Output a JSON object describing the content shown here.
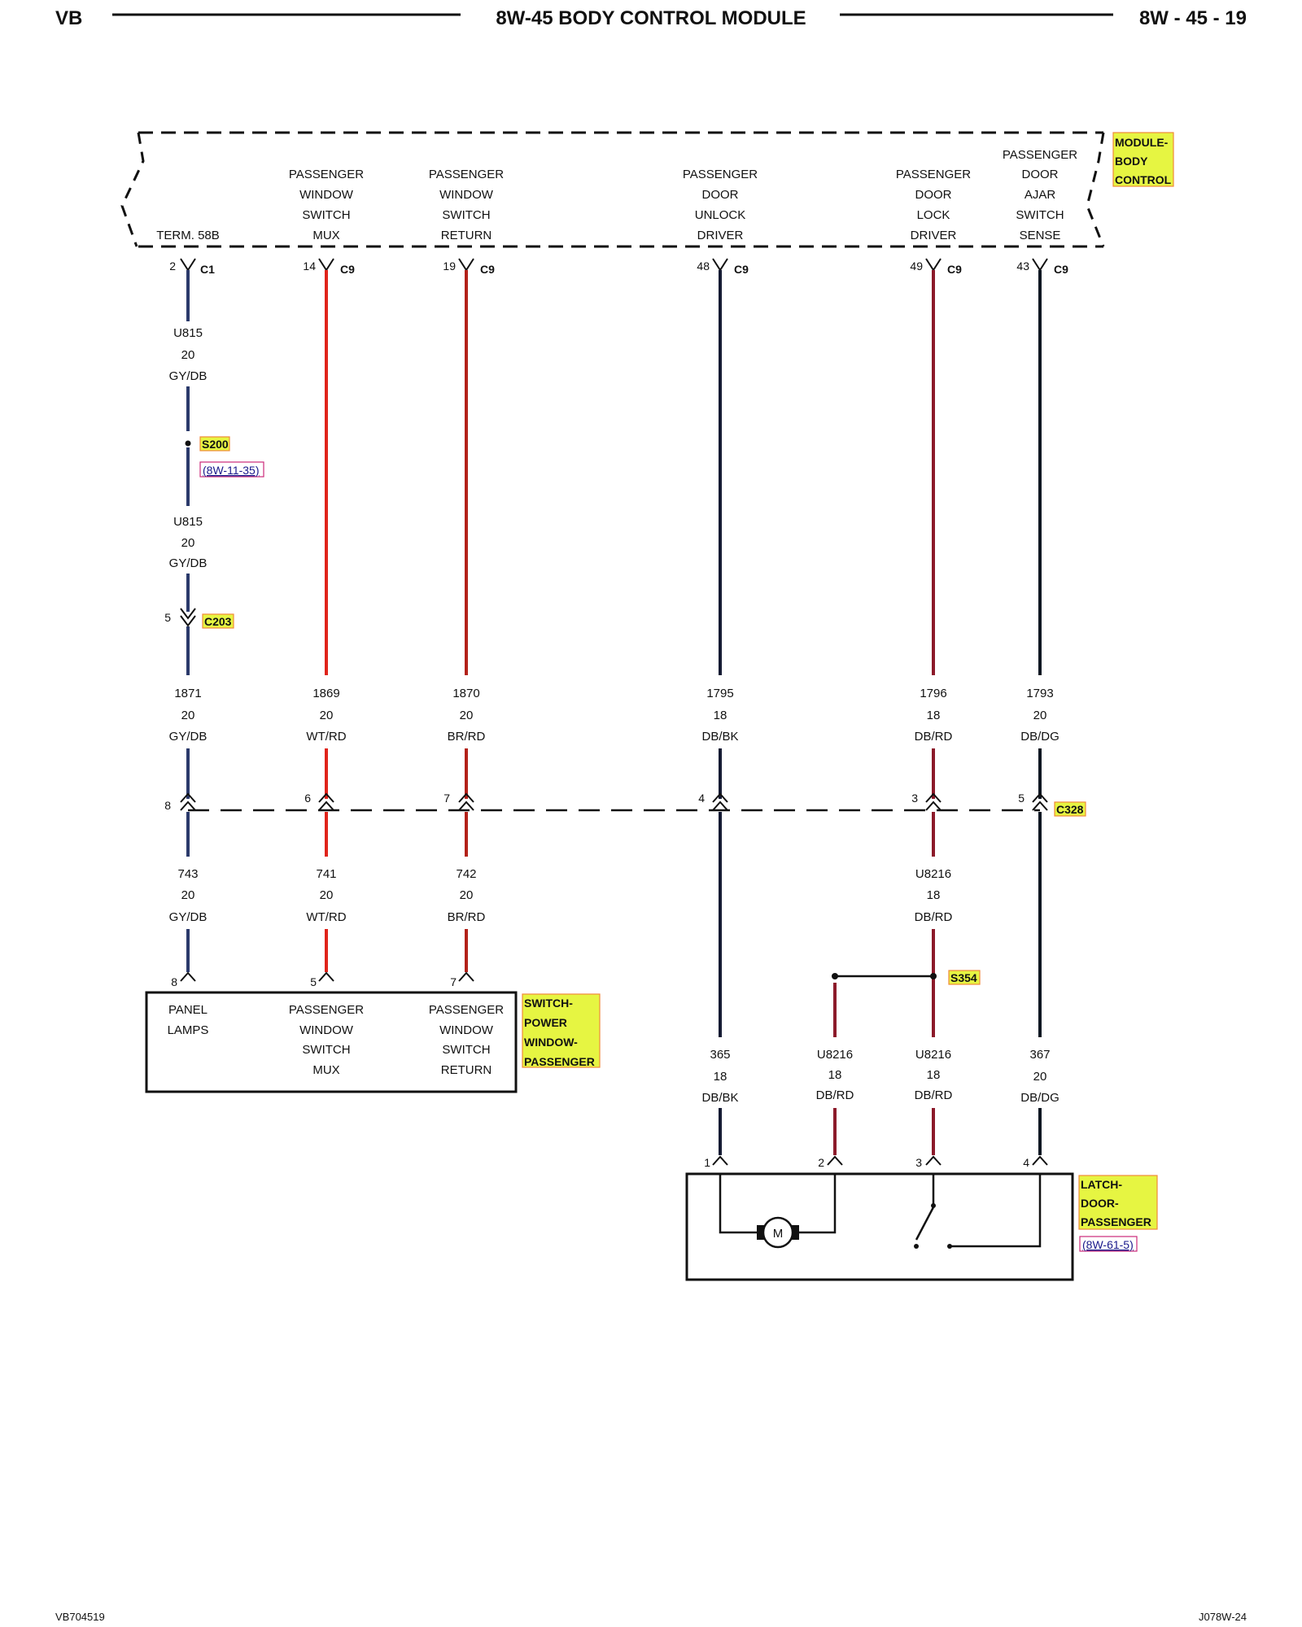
{
  "header": {
    "left": "VB",
    "title": "8W-45 BODY CONTROL MODULE",
    "right": "8W - 45 - 19"
  },
  "footer": {
    "left": "VB704519",
    "right": "J078W-24"
  },
  "module": {
    "name_lines": [
      "MODULE-",
      "BODY",
      "CONTROL"
    ],
    "columns": [
      {
        "lines": [
          "TERM. 58B"
        ],
        "pin": "2",
        "conn": "C1"
      },
      {
        "lines": [
          "PASSENGER",
          "WINDOW",
          "SWITCH",
          "MUX"
        ],
        "pin": "14",
        "conn": "C9"
      },
      {
        "lines": [
          "PASSENGER",
          "WINDOW",
          "SWITCH",
          "RETURN"
        ],
        "pin": "19",
        "conn": "C9"
      },
      {
        "lines": [
          "PASSENGER",
          "DOOR",
          "UNLOCK",
          "DRIVER"
        ],
        "pin": "48",
        "conn": "C9"
      },
      {
        "lines": [
          "PASSENGER",
          "DOOR",
          "LOCK",
          "DRIVER"
        ],
        "pin": "49",
        "conn": "C9"
      },
      {
        "lines": [
          "PASSENGER",
          "DOOR",
          "AJAR",
          "SWITCH",
          "SENSE"
        ],
        "pin": "43",
        "conn": "C9"
      }
    ]
  },
  "splice_s200": {
    "tag": "S200",
    "ref": "(8W-11-35)",
    "wire_above": [
      "U815",
      "20",
      "GY/DB"
    ],
    "wire_below": [
      "U815",
      "20",
      "GY/DB"
    ]
  },
  "connector_c203": {
    "tag": "C203",
    "pin": "5"
  },
  "mid_wires": [
    [
      "1871",
      "20",
      "GY/DB"
    ],
    [
      "1869",
      "20",
      "WT/RD"
    ],
    [
      "1870",
      "20",
      "BR/RD"
    ],
    [
      "1795",
      "18",
      "DB/BK"
    ],
    [
      "1796",
      "18",
      "DB/RD"
    ],
    [
      "1793",
      "20",
      "DB/DG"
    ]
  ],
  "connector_c328": {
    "tag": "C328",
    "pins": [
      "8",
      "6",
      "7",
      "4",
      "3",
      "5"
    ]
  },
  "lower_wires": [
    [
      "743",
      "20",
      "GY/DB"
    ],
    [
      "741",
      "20",
      "WT/RD"
    ],
    [
      "742",
      "20",
      "BR/RD"
    ],
    [
      "U8216",
      "18",
      "DB/RD"
    ]
  ],
  "switch_power_window": {
    "name_lines": [
      "SWITCH-",
      "POWER",
      "WINDOW-",
      "PASSENGER"
    ],
    "pins": [
      "8",
      "5",
      "7"
    ],
    "cells": [
      [
        "PANEL",
        "LAMPS"
      ],
      [
        "PASSENGER",
        "WINDOW",
        "SWITCH",
        "MUX"
      ],
      [
        "PASSENGER",
        "WINDOW",
        "SWITCH",
        "RETURN"
      ]
    ]
  },
  "splice_s354": {
    "tag": "S354"
  },
  "latch_wires": [
    [
      "365",
      "18",
      "DB/BK"
    ],
    [
      "U8216",
      "18",
      "DB/RD"
    ],
    [
      "U8216",
      "18",
      "DB/RD"
    ],
    [
      "367",
      "20",
      "DB/DG"
    ]
  ],
  "latch": {
    "name_lines": [
      "LATCH-",
      "DOOR-",
      "PASSENGER"
    ],
    "ref": "(8W-61-5)",
    "pins": [
      "1",
      "2",
      "3",
      "4"
    ],
    "motor_label": "M"
  },
  "colors": {
    "GY/DB": "#2b3a6b",
    "WT/RD": "#e0241b",
    "BR/RD": "#b3221a",
    "DB/BK": "#141a33",
    "DB/RD": "#8c1a2a",
    "DB/DG": "#0f1722",
    "highlight": "#e6f542"
  }
}
